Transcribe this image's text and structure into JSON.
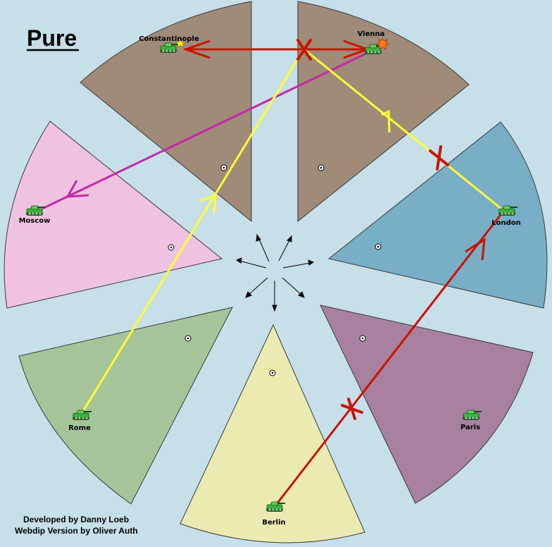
{
  "map": {
    "title": "Pure",
    "credits": {
      "line1": "Developed by Danny Loeb",
      "line2": "Webdip Version by Oliver Auth"
    },
    "colors": {
      "background": "#c6dfe9",
      "constantinople": "#a08a78",
      "vienna": "#a08a78",
      "london": "#78aec6",
      "paris": "#a7819f",
      "berlin": "#ebebb1",
      "rome": "#a6c49a",
      "moscow": "#f0c2e2",
      "order_red": "#cc1100",
      "order_yellow": "#ffff33",
      "order_magenta": "#c22aa6",
      "unit_green": "#3cb43c"
    },
    "territories": {
      "constantinople": {
        "label": "Constantinople",
        "unit": "army",
        "supply_center": true,
        "marker": "star-icon"
      },
      "vienna": {
        "label": "Vienna",
        "unit": "army",
        "supply_center": true,
        "marker": "explosion-icon"
      },
      "london": {
        "label": "London",
        "unit": "army",
        "supply_center": true
      },
      "paris": {
        "label": "Paris",
        "unit": "army",
        "supply_center": true
      },
      "berlin": {
        "label": "Berlin",
        "unit": "army",
        "supply_center": true
      },
      "rome": {
        "label": "Rome",
        "unit": "army",
        "supply_center": true
      },
      "moscow": {
        "label": "Moscow",
        "unit": "army",
        "supply_center": true
      }
    },
    "orders": [
      {
        "from": "vienna",
        "to": "constantinople",
        "type": "move",
        "color": "order_red",
        "failed": true
      },
      {
        "from": "constantinople",
        "to": "vienna",
        "type": "move",
        "color": "order_red",
        "failed": true
      },
      {
        "from": "vienna",
        "to": "moscow",
        "type": "move",
        "color": "order_magenta",
        "failed": false
      },
      {
        "from": "london",
        "to": "vienna",
        "type": "move",
        "color": "order_yellow",
        "failed": true
      },
      {
        "from": "rome",
        "to": "vienna",
        "type": "move",
        "color": "order_yellow",
        "failed": false
      },
      {
        "from": "berlin",
        "to": "london",
        "type": "move",
        "color": "order_red",
        "failed": true
      }
    ]
  }
}
